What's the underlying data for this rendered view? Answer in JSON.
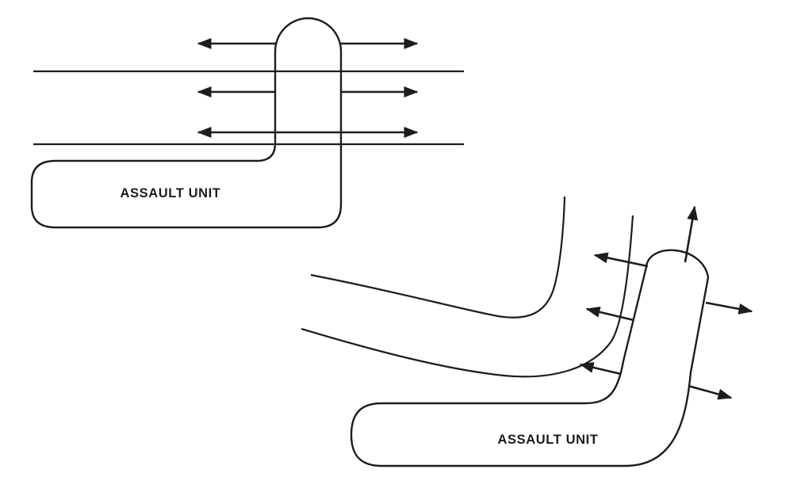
{
  "page": {
    "background_color": "#ffffff",
    "line_color": "#1d1d1d"
  },
  "diagrams": [
    {
      "name": "straight-obstacle-crossing",
      "unit_label": "ASSAULT UNIT",
      "obstacle_lines": 2,
      "arrows": [
        "left-top",
        "right-top",
        "left-middle",
        "right-middle",
        "double-bottom"
      ]
    },
    {
      "name": "curved-obstacle-crossing",
      "unit_label": "ASSAULT UNIT",
      "obstacle_lines": 2,
      "arrows": [
        "axis-up",
        "upper-left",
        "middle-left",
        "lower-left",
        "upper-right",
        "lower-right"
      ]
    }
  ]
}
